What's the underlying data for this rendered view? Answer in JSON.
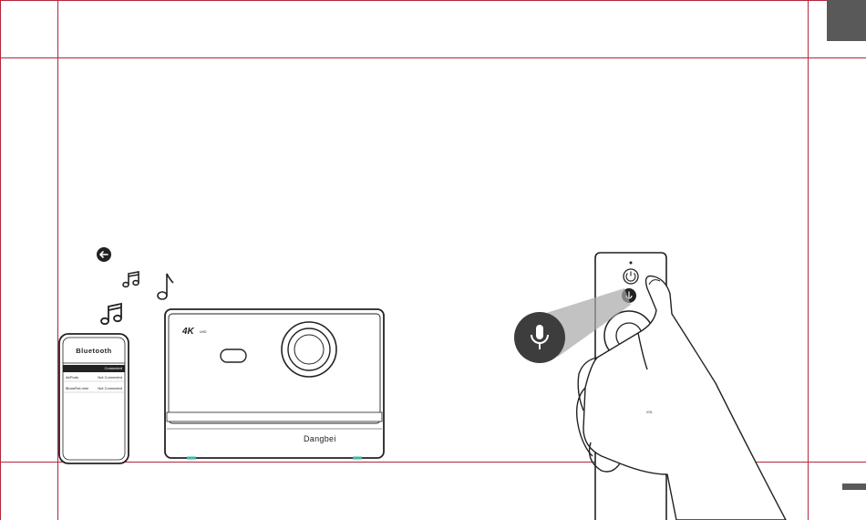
{
  "phone": {
    "title": "Bluetooth",
    "rows": [
      {
        "device": "",
        "status": "Connected"
      },
      {
        "device": "AirPods",
        "status": "Not Connected"
      },
      {
        "device": "iBoneRoLmini",
        "status": "Not Connected"
      }
    ]
  },
  "projector": {
    "badge": "4K",
    "badge_sub": "UHD",
    "brand": "Dangbei"
  },
  "remote": {
    "vol_label": "VOL"
  },
  "colors": {
    "guide": "#b3263a",
    "dark": "#595959",
    "stroke": "#222222"
  }
}
